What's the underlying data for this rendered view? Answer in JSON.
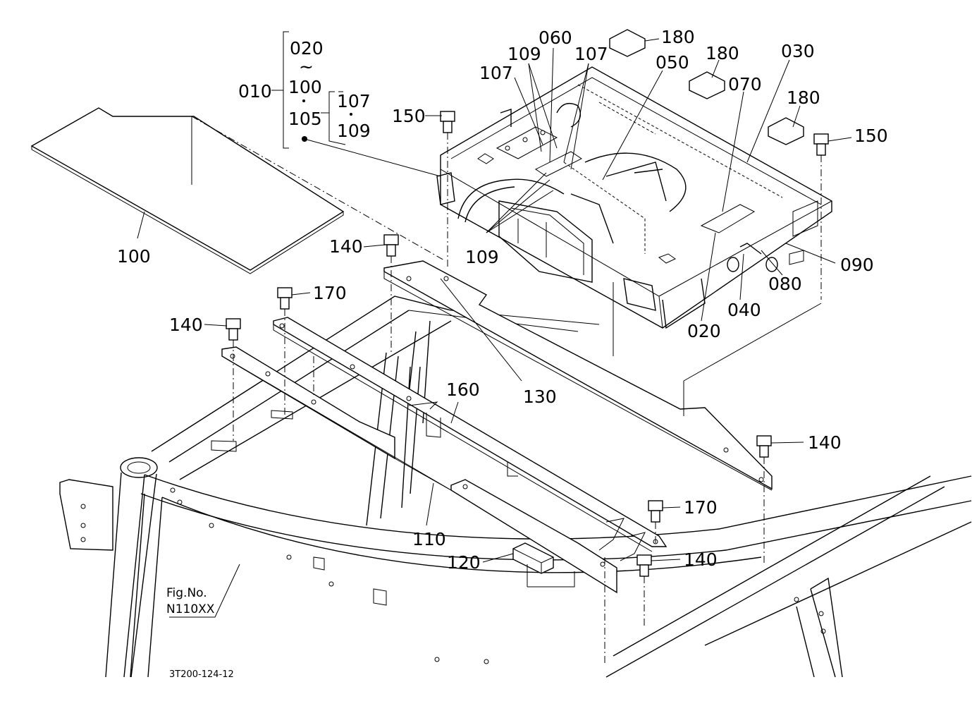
{
  "diagram": {
    "part_labels": {
      "p010": "010",
      "p020_top": "020",
      "tilde": "~",
      "p100_top": "100",
      "p105": "105",
      "p107_bracket": "107",
      "p109_bracket": "109",
      "p100": "100",
      "p150_left": "150",
      "p150_right": "150",
      "p107_a": "107",
      "p109_a": "109",
      "p060": "060",
      "p107_b": "107",
      "p180_a": "180",
      "p180_b": "180",
      "p180_c": "180",
      "p050": "050",
      "p070": "070",
      "p030": "030",
      "p109_b": "109",
      "p140_a": "140",
      "p140_b": "140",
      "p140_c": "140",
      "p140_d": "140",
      "p170_a": "170",
      "p170_b": "170",
      "p090": "090",
      "p080": "080",
      "p040": "040",
      "p020": "020",
      "p130": "130",
      "p160": "160",
      "p110": "110",
      "p120": "120"
    },
    "fig_no_label": "Fig.No.",
    "fig_no_value": "N110XX",
    "drawing_code": "3T200-124-12"
  }
}
